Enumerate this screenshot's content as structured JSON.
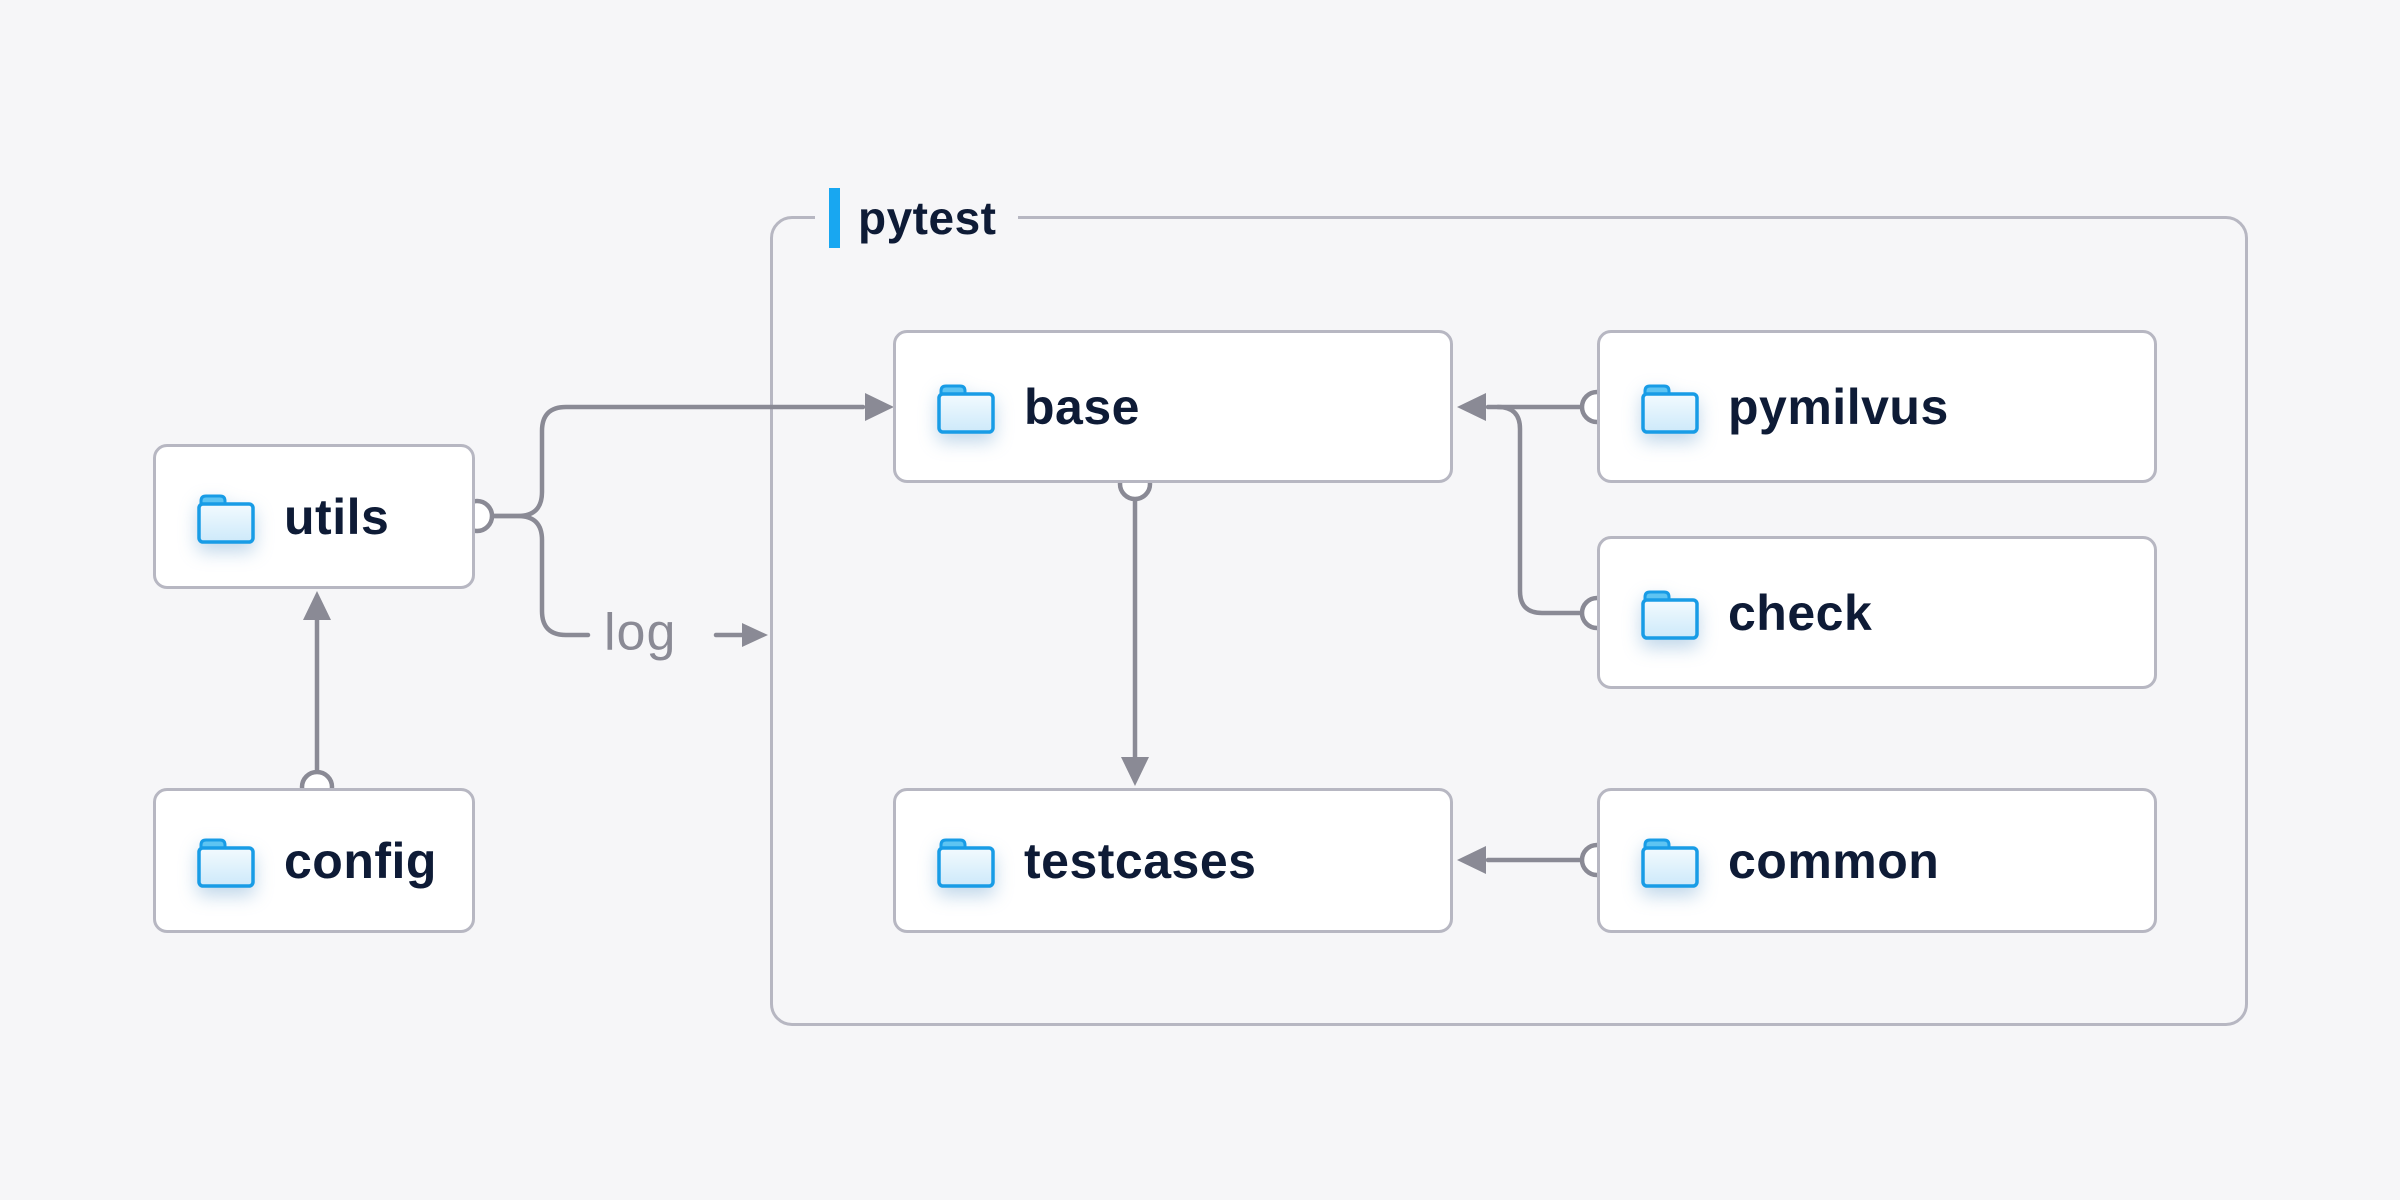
{
  "diagram": {
    "group": {
      "label": "pytest"
    },
    "nodes": [
      {
        "id": "utils",
        "label": "utils",
        "icon": "folder-icon",
        "group": null
      },
      {
        "id": "config",
        "label": "config",
        "icon": "folder-icon",
        "group": null
      },
      {
        "id": "base",
        "label": "base",
        "icon": "folder-icon",
        "group": "pytest"
      },
      {
        "id": "pymilvus",
        "label": "pymilvus",
        "icon": "folder-icon",
        "group": "pytest"
      },
      {
        "id": "check",
        "label": "check",
        "icon": "folder-icon",
        "group": "pytest"
      },
      {
        "id": "testcases",
        "label": "testcases",
        "icon": "folder-icon",
        "group": "pytest"
      },
      {
        "id": "common",
        "label": "common",
        "icon": "folder-icon",
        "group": "pytest"
      }
    ],
    "edges": [
      {
        "from": "config",
        "to": "utils",
        "style": "arrow"
      },
      {
        "from": "utils",
        "to": "base",
        "style": "arrow"
      },
      {
        "from": "utils",
        "to": "pytest-group",
        "style": "arrow",
        "label": "log"
      },
      {
        "from": "base",
        "to": "testcases",
        "style": "arrow"
      },
      {
        "from": "pymilvus",
        "to": "base",
        "style": "arrow"
      },
      {
        "from": "check",
        "to": "base",
        "style": "arrow"
      },
      {
        "from": "common",
        "to": "testcases",
        "style": "arrow"
      }
    ],
    "colors": {
      "background": "#f6f6f8",
      "node_fill": "#ffffff",
      "node_border": "#b7b7c2",
      "connector": "#8a8a95",
      "text": "#0e1b36",
      "muted_text": "#8a8a95",
      "accent_blue": "#18a7f1",
      "folder_stroke": "#189ce6",
      "folder_tab": "#5ec4f2"
    }
  }
}
